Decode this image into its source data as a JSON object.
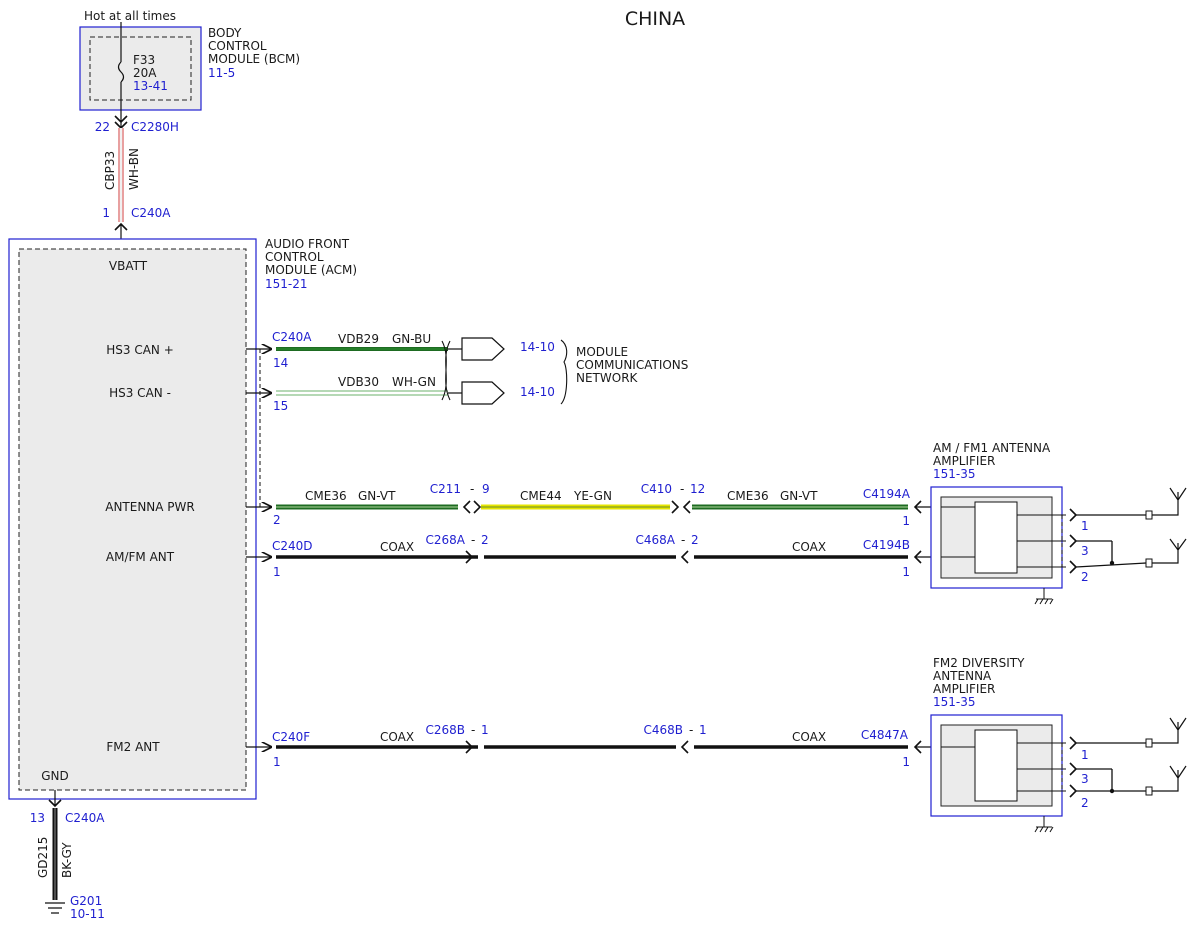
{
  "page_title": "CHINA",
  "hot_label": "Hot at all times",
  "bcm": {
    "name_lines": [
      "BODY",
      "CONTROL",
      "MODULE (BCM)"
    ],
    "ref": "11-5",
    "fuse": {
      "id": "F33",
      "rating": "20A",
      "ref": "13-41"
    }
  },
  "feed": {
    "top_pin": "22",
    "top_connector": "C2280H",
    "circuit": "CBP33",
    "color": "WH-BN",
    "bottom_pin": "1",
    "bottom_connector": "C240A"
  },
  "acm": {
    "name_lines": [
      "AUDIO FRONT",
      "CONTROL",
      "MODULE (ACM)"
    ],
    "ref": "151-21",
    "pins": {
      "vbatt": "VBATT",
      "can_plus": "HS3 CAN +",
      "can_minus": "HS3 CAN -",
      "antenna_pwr": "ANTENNA PWR",
      "amfm_ant": "AM/FM ANT",
      "fm2_ant": "FM2 ANT",
      "gnd": "GND"
    }
  },
  "can": {
    "connector": "C240A",
    "plus": {
      "pin": "14",
      "circuit": "VDB29",
      "color": "GN-BU",
      "ref": "14-10"
    },
    "minus": {
      "pin": "15",
      "circuit": "VDB30",
      "color": "WH-GN",
      "ref": "14-10"
    },
    "network_lines": [
      "MODULE",
      "COMMUNICATIONS",
      "NETWORK"
    ]
  },
  "antenna_pwr": {
    "start_pin": "2",
    "seg1": {
      "circuit": "CME36",
      "color": "GN-VT"
    },
    "c211": {
      "name": "C211",
      "sep": "-",
      "pin": "9"
    },
    "seg2": {
      "circuit": "CME44",
      "color": "YE-GN"
    },
    "c410": {
      "name": "C410",
      "sep": "-",
      "pin": "12"
    },
    "seg3": {
      "circuit": "CME36",
      "color": "GN-VT"
    },
    "end_connector": "C4194A",
    "end_pin": "1"
  },
  "amfm": {
    "start_connector": "C240D",
    "start_pin": "1",
    "seg1": "COAX",
    "mid1": {
      "name": "C268A",
      "sep": "-",
      "pin": "2"
    },
    "mid2": {
      "name": "C468A",
      "sep": "-",
      "pin": "2"
    },
    "seg3": "COAX",
    "end_connector": "C4194B",
    "end_pin": "1"
  },
  "fm2": {
    "start_connector": "C240F",
    "start_pin": "1",
    "seg1": "COAX",
    "mid1": {
      "name": "C268B",
      "sep": "-",
      "pin": "1"
    },
    "mid2": {
      "name": "C468B",
      "sep": "-",
      "pin": "1"
    },
    "seg3": "COAX",
    "end_connector": "C4847A",
    "end_pin": "1"
  },
  "amp1": {
    "name_lines": [
      "AM / FM1 ANTENNA",
      "AMPLIFIER"
    ],
    "ref": "151-35",
    "ant_pins": [
      "1",
      "3",
      "2"
    ]
  },
  "amp2": {
    "name_lines": [
      "FM2 DIVERSITY",
      "ANTENNA",
      "AMPLIFIER"
    ],
    "ref": "151-35",
    "ant_pins": [
      "1",
      "3",
      "2"
    ]
  },
  "ground": {
    "pin": "13",
    "connector": "C240A",
    "circuit": "GD215",
    "color": "BK-GY",
    "point": "G201",
    "ref": "10-11"
  },
  "colors": {
    "module_border": "#2020d0",
    "module_fill": "#ebebeb",
    "connector_label": "#1f1fd0",
    "wire_green": "#1e6b22",
    "wire_yellow": "#e5e500",
    "wire_white_red": "#d24040",
    "wire_white_green": "#6bb26b",
    "wire_black": "#111111"
  }
}
